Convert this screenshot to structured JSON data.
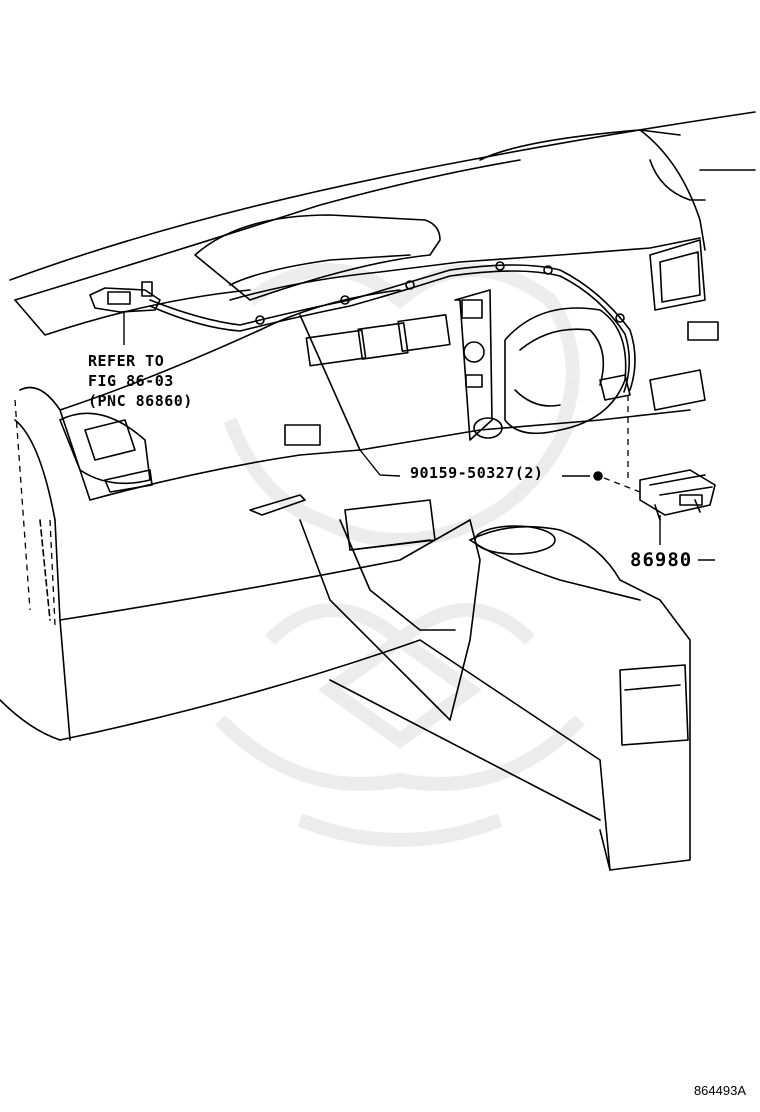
{
  "callouts": {
    "refer_line1": "REFER TO",
    "refer_line2": "FIG 86-03",
    "refer_line3": "(PNC 86860)",
    "bolt_part": "90159-50327(2)",
    "module_part": "86980"
  },
  "drawing_id": "864493A",
  "icons": [
    "watermark-logo"
  ],
  "colors": {
    "line": "#000000",
    "watermark": "#e8e8e8",
    "background": "#ffffff"
  }
}
